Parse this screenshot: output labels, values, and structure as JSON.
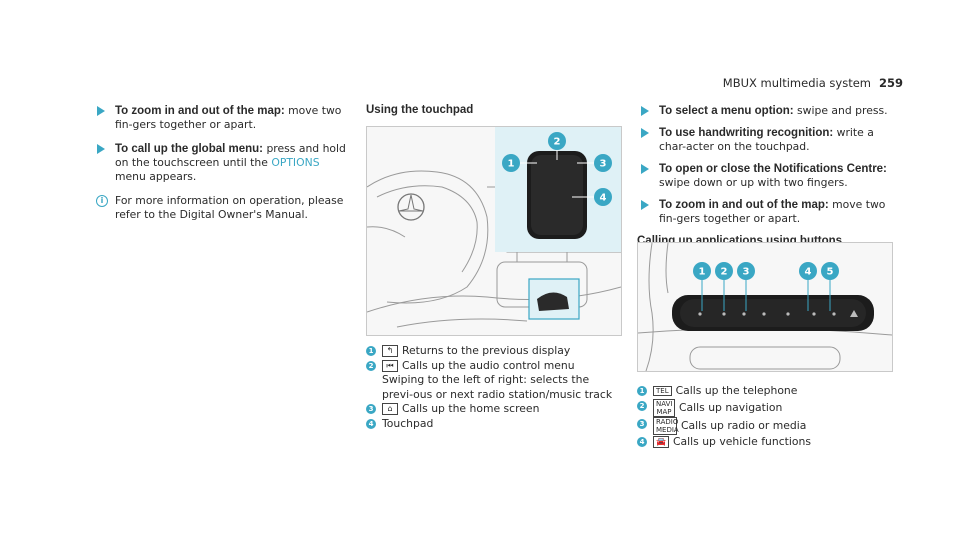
{
  "header": {
    "title": "MBUX multimedia system",
    "page": "259"
  },
  "col1": {
    "step1": {
      "bold": "To zoom in and out of the map:",
      "text": " move two fin-gers together or apart."
    },
    "step2": {
      "bold": "To call up the global menu:",
      "text_a": " press and hold on the touchscreen until the ",
      "link": "OPTIONS",
      "text_b": " menu appears."
    },
    "info": "For more information on operation, please refer to the Digital Owner's Manual."
  },
  "col2": {
    "heading": "Using the touchpad",
    "callouts": [
      "1",
      "2",
      "3",
      "4"
    ],
    "legend": [
      {
        "num": "1",
        "icon": "back-arrow-icon",
        "text": "Returns to the previous display"
      },
      {
        "num": "2",
        "icon": "skip-icon",
        "text": "Calls up the audio control menu"
      },
      {
        "text": "Swiping to the left of right: selects the previ-ous or next radio station/music track"
      },
      {
        "num": "3",
        "icon": "home-icon",
        "text": "Calls up the home screen"
      },
      {
        "num": "4",
        "text": "Touchpad"
      }
    ]
  },
  "col3": {
    "step1": {
      "bold": "To select a menu option:",
      "text": " swipe and press."
    },
    "step2": {
      "bold": "To use handwriting recognition:",
      "text": " write a char-acter on the touchpad."
    },
    "step3": {
      "bold": "To open or close the Notifications Centre:",
      "text": " swipe down or up with two fingers."
    },
    "step4": {
      "bold": "To zoom in and out of the map:",
      "text": " move two fin-gers together or apart."
    },
    "heading": "Calling up applications using buttons",
    "callouts": [
      "1",
      "2",
      "3",
      "4",
      "5"
    ],
    "legend": [
      {
        "num": "1",
        "key": "TEL",
        "text": "Calls up the telephone"
      },
      {
        "num": "2",
        "key": "NAVI MAP",
        "text": "Calls up navigation"
      },
      {
        "num": "3",
        "key": "RADIO MEDIA",
        "text": "Calls up radio or media"
      },
      {
        "num": "4",
        "icon": "car-icon",
        "text": "Calls up vehicle functions"
      }
    ]
  },
  "colors": {
    "accent": "#3aa7c4"
  }
}
